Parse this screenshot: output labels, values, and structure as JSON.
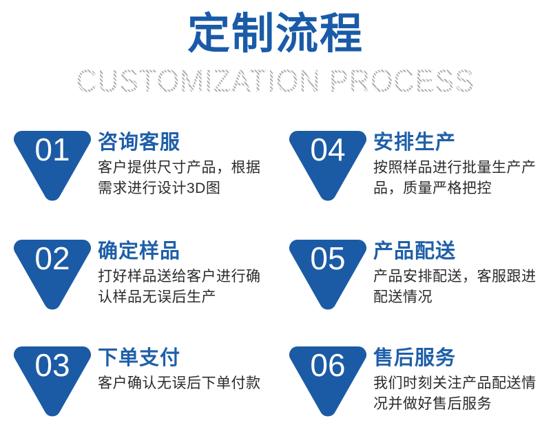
{
  "header": {
    "title": "定制流程",
    "subtitle": "CUSTOMIZATION PROCESS"
  },
  "colors": {
    "title_blue": "#1a5ba8",
    "badge_blue": "#1b5ba5",
    "step_title_blue": "#1f5fa9",
    "desc_gray": "#2b2b2b",
    "subtitle_gray": "#aaaaaa",
    "background": "#ffffff"
  },
  "steps": [
    {
      "number": "01",
      "title": "咨询客服",
      "desc": "客户提供尺寸产品，根据需求进行设计3D图"
    },
    {
      "number": "02",
      "title": "确定样品",
      "desc": "打好样品送给客户进行确认样品无误后生产"
    },
    {
      "number": "03",
      "title": "下单支付",
      "desc": "客户确认无误后下单付款"
    },
    {
      "number": "04",
      "title": "安排生产",
      "desc": "按照样品进行批量生产产品，质量严格把控"
    },
    {
      "number": "05",
      "title": "产品配送",
      "desc": "产品安排配送，客服跟进配送情况"
    },
    {
      "number": "06",
      "title": "售后服务",
      "desc": "我们时刻关注产品配送情况并做好售后服务"
    }
  ]
}
